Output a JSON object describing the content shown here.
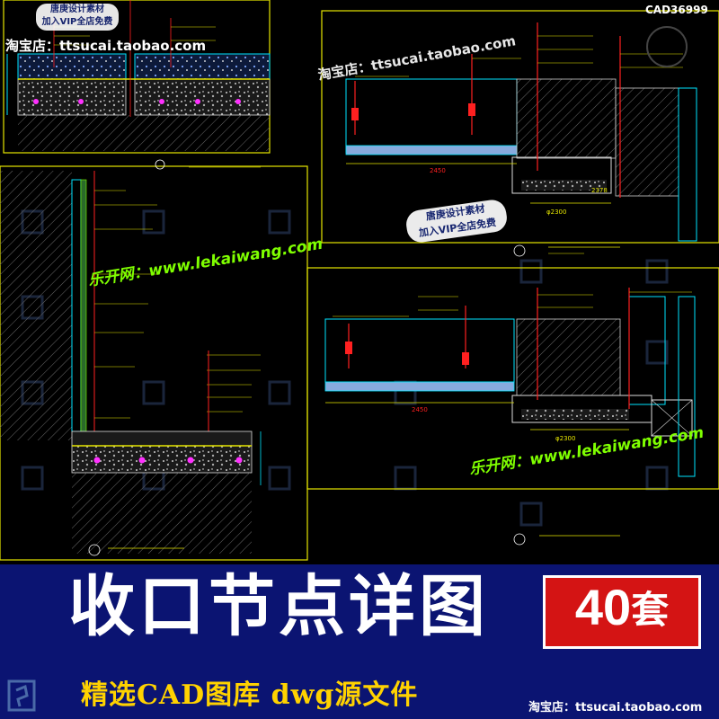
{
  "watermarks": {
    "code": "CAD36999",
    "store_top": "淘宝店：ttsucai.taobao.com",
    "store_mid": "淘宝店：ttsucai.taobao.com",
    "site_1": "乐开网：www.lekaiwang.com",
    "site_2": "乐开网：www.lekaiwang.com",
    "badge_tl_line1": "唐庚设计素材",
    "badge_tl_line2": "加入VIP全店免费",
    "badge_mid_line1": "唐庚设计素材",
    "badge_mid_line2": "加入VIP全店免费"
  },
  "cad_labels": {
    "dim_a": "2450",
    "dim_b": "φ2300",
    "dim_c": "2450",
    "dim_d": "φ2300",
    "dim_e": "2378"
  },
  "banner": {
    "title": "收口节点详图",
    "count_number": "40",
    "count_unit": "套",
    "subtitle": "精选CAD图库  dwg源文件",
    "store": "淘宝店：ttsucai.taobao.com"
  },
  "colors": {
    "banner_bg": "#0b1472",
    "count_bg": "#d41414",
    "subtitle": "#ffd200",
    "cad_frame": "#e6e600",
    "cad_red": "#ff2020",
    "cad_cyan": "#00e5ff",
    "cad_magenta": "#ff30ff"
  }
}
